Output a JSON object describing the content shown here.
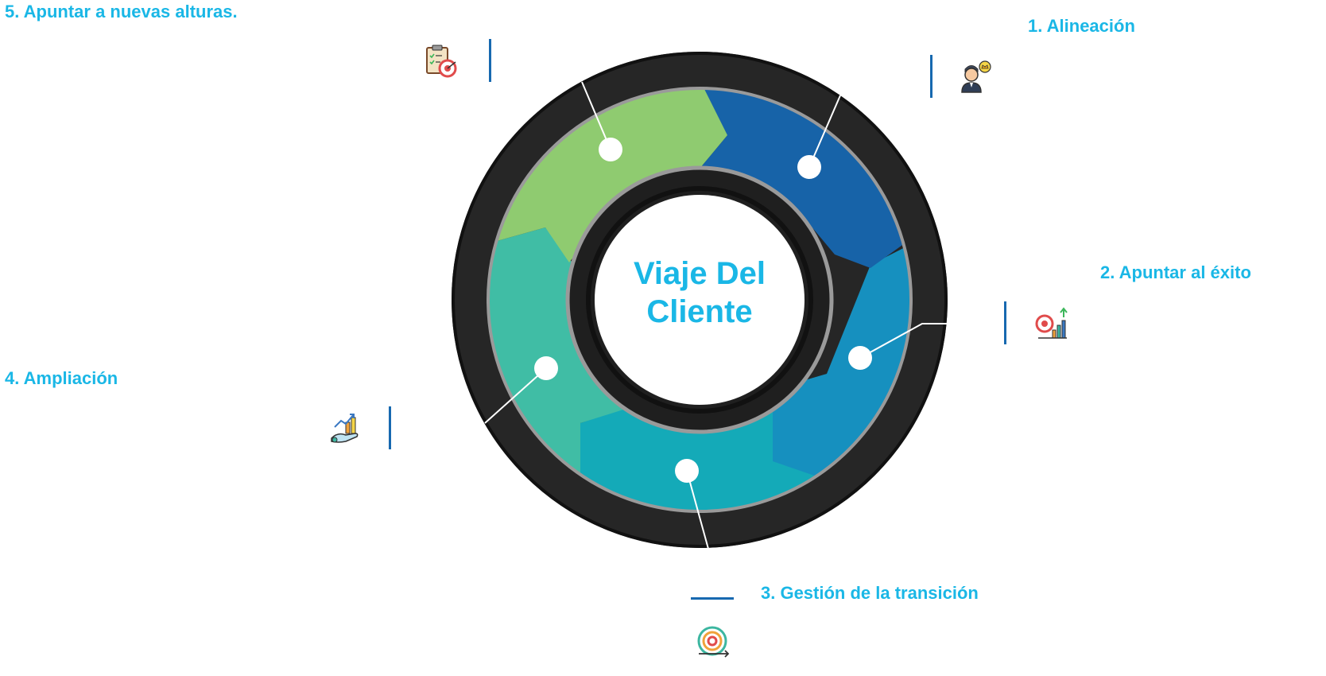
{
  "diagram": {
    "center": {
      "line1": "Viaje Del",
      "line2": "Cliente"
    },
    "steps": [
      {
        "label": "1. Alineación",
        "icon": "businessman-crown-icon"
      },
      {
        "label": "2. Apuntar al éxito",
        "icon": "target-growth-chart-icon"
      },
      {
        "label": "3. Gestión de la transición",
        "icon": "maze-cycle-icon"
      },
      {
        "label": "4. Ampliación",
        "icon": "hand-growth-chart-icon"
      },
      {
        "label": "5. Apuntar a nuevas alturas.",
        "icon": "clipboard-target-icon"
      }
    ]
  },
  "colors": {
    "accent_text": "#1ab7e6",
    "connector": "#1769b0",
    "ring_dark": "#262626",
    "ring_gray": "#9a9a9a",
    "segment_dark_blue": "#1763a8",
    "segment_blue": "#1690bf",
    "segment_teal": "#14aab8",
    "segment_green_teal": "#40bda5",
    "segment_green": "#8fcb70"
  }
}
